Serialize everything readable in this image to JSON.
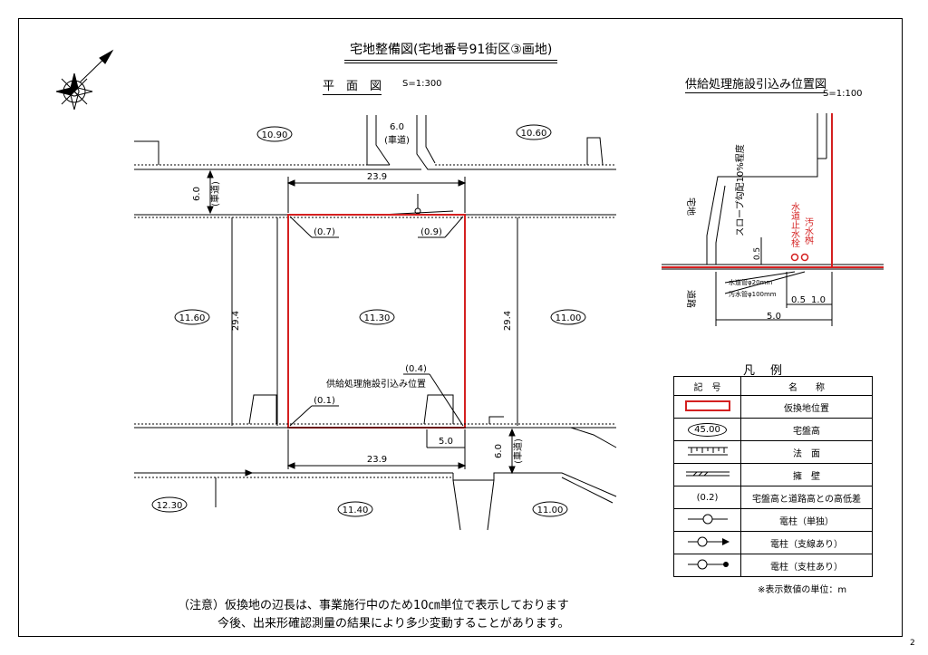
{
  "title": "宅地整備図(宅地番号91街区③画地)",
  "plan": {
    "label": "平　面　図",
    "scale": "S=1:300"
  },
  "detail": {
    "label": "供給処理施設引込み位置図",
    "scale": "S=1:100"
  },
  "labels": {
    "road_width_top": "6.0",
    "road_top": "(車道)",
    "road_width_left": "6.0",
    "road_left": "(車道)",
    "road_width_right": "6.0",
    "road_right": "(車道)",
    "top_width": "23.9",
    "bottom_width": "23.9",
    "left_height": "29.4",
    "right_height": "29.4",
    "offset_dim": "5.0",
    "diff_tl": "(0.7)",
    "diff_tr": "(0.9)",
    "diff_bl": "(0.1)",
    "diff_br": "(0.4)",
    "supply_note": "供給処理施設引込み位置",
    "elev_center": "11.30",
    "elev_top_left": "10.90",
    "elev_top_right": "10.60",
    "elev_left": "11.60",
    "elev_right": "11.00",
    "elev_bottom_left": "12.30",
    "elev_bottom_mid": "11.40",
    "elev_bottom_right": "11.00"
  },
  "detail_labels": {
    "lot": "宅地",
    "road": "道路",
    "slope": "スロープ勾配10%程度",
    "water_valve": "水道止水栓",
    "sewage_box": "汚水桝",
    "water_pipe": "水道管φ20mm",
    "sewage_pipe": "汚水管φ100mm",
    "dim_depth": "0.5",
    "dim_a": "0.5",
    "dim_b": "1.0",
    "dim_total": "5.0"
  },
  "legend": {
    "title": "凡　例",
    "col_symbol": "記　号",
    "col_name": "名　　称",
    "rows": [
      {
        "symbol": "",
        "name": "仮換地位置"
      },
      {
        "symbol": "45.00",
        "name": "宅盤高"
      },
      {
        "symbol": "",
        "name": "法　面"
      },
      {
        "symbol": "",
        "name": "擁　壁"
      },
      {
        "symbol": "(0.2)",
        "name": "宅盤高と道路高との高低差"
      },
      {
        "symbol": "",
        "name": "電柱（単独）"
      },
      {
        "symbol": "",
        "name": "電柱（支線あり）"
      },
      {
        "symbol": "",
        "name": "電柱（支柱あり）"
      }
    ],
    "unit_note": "※表示数値の単位：m"
  },
  "notes": {
    "line1": "（注意）仮換地の辺長は、事業施行中のため10㎝単位で表示しております",
    "line2": "今後、出来形確認測量の結果により多少変動することがあります。"
  },
  "page_number": "2",
  "colors": {
    "lot_boundary": "#d42020",
    "line": "#000000"
  }
}
